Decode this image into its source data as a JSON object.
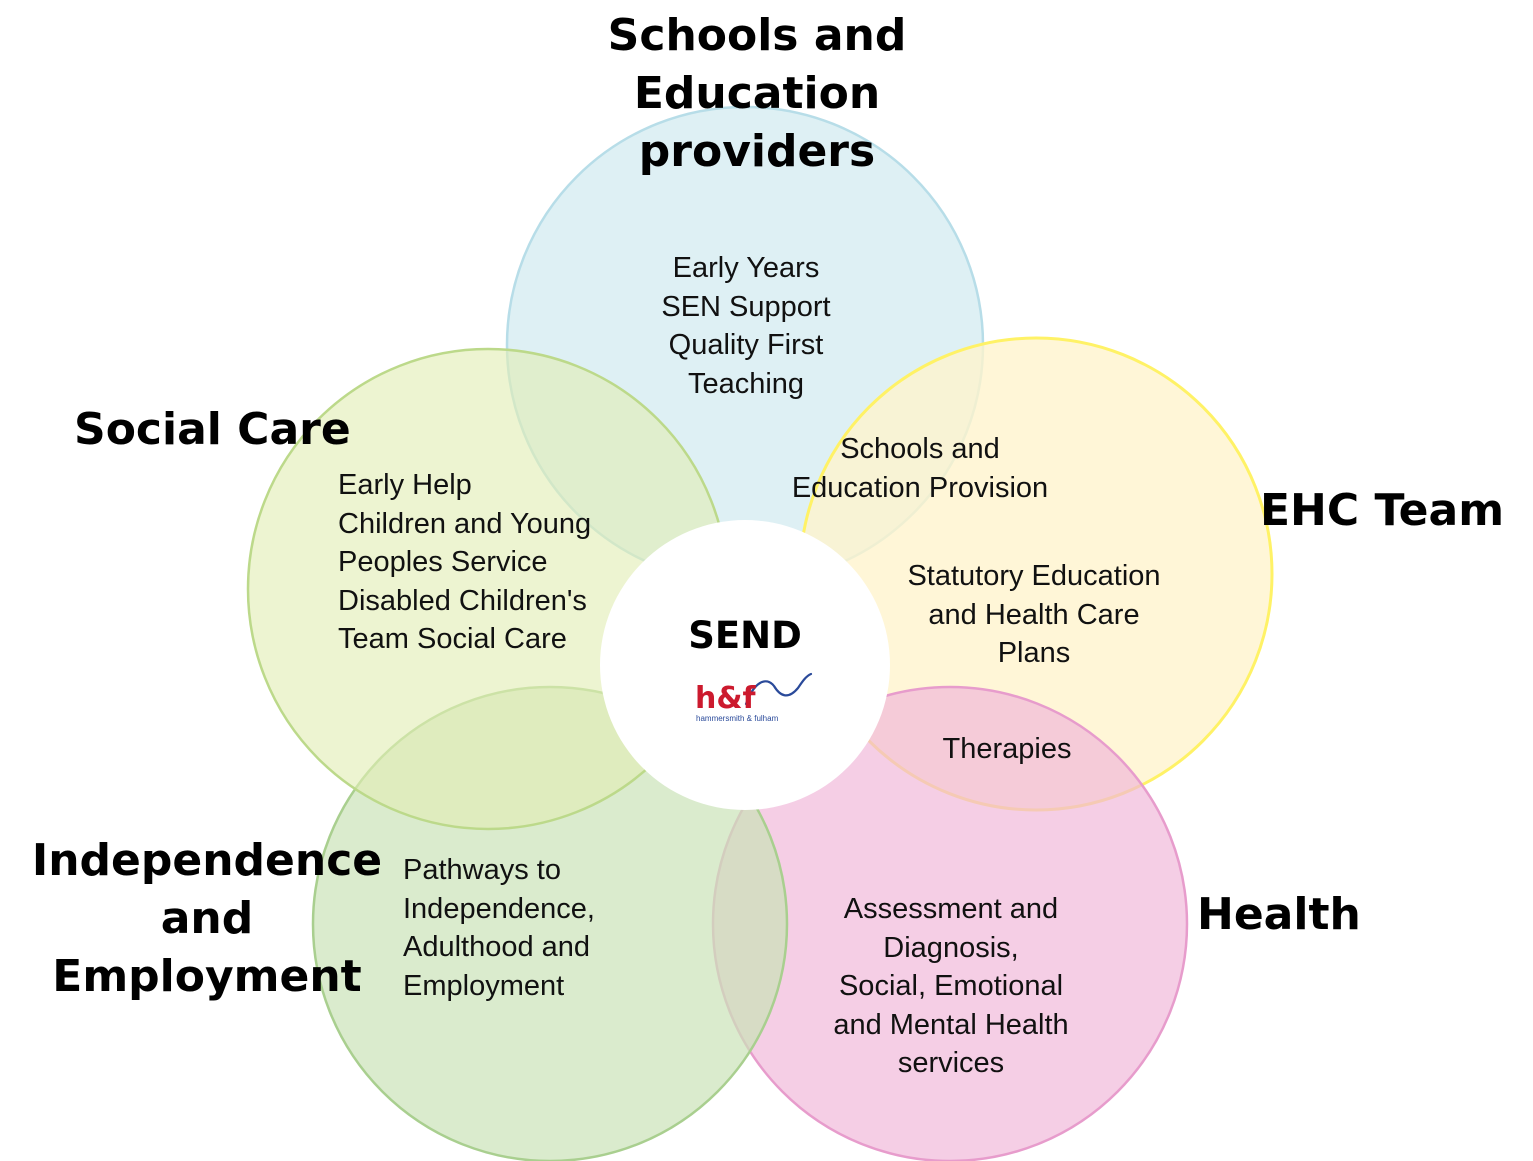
{
  "colors": {
    "schools": "#daeef3",
    "schools_stroke": "#b7dde8",
    "social_care": "#e2eeb4",
    "social_care_stroke": "#bcd98a",
    "ehc": "#fff4cc",
    "ehc_stroke": "#fff266",
    "independence": "#cbe2b8",
    "independence_stroke": "#a9cf8f",
    "health": "#f0b7d8",
    "health_stroke": "#e79ccc",
    "center": "#ffffff",
    "logo_red": "#cc1a2e",
    "logo_blue": "#2a4a9a"
  },
  "heading_schools": [
    "Schools and",
    "Education",
    "providers"
  ],
  "heading_social_care": "Social Care",
  "heading_ehc": "EHC Team",
  "heading_independence": [
    "Independence",
    "and",
    "Employment"
  ],
  "heading_health": "Health",
  "text_schools": [
    "Early Years",
    "SEN Support",
    "Quality First",
    "Teaching"
  ],
  "text_social_care": [
    "Early Help",
    "Children and Young",
    "Peoples Service",
    "Disabled Children's",
    "Team Social Care"
  ],
  "text_overlap_schools_ehc": [
    "Schools and",
    "Education Provision"
  ],
  "text_ehc": [
    "Statutory Education",
    "and Health Care",
    "Plans"
  ],
  "text_overlap_ehc_health": "Therapies",
  "text_independence": [
    "Pathways to",
    "Independence,",
    "Adulthood and",
    "Employment"
  ],
  "text_health": [
    "Assessment and",
    "Diagnosis,",
    "Social, Emotional",
    "and Mental Health",
    "services"
  ],
  "center_title": "SEND",
  "logo": {
    "mark": "h&f",
    "caption": "hammersmith & fulham",
    "icon": "wave-logo-icon"
  }
}
